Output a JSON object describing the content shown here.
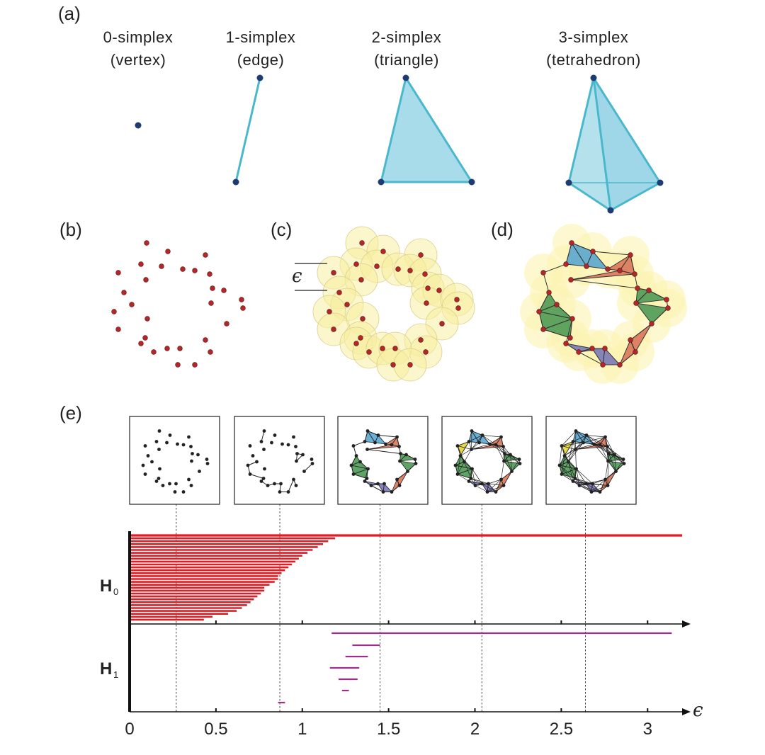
{
  "panel_labels": {
    "a": "(a)",
    "b": "(b)",
    "c": "(c)",
    "d": "(d)",
    "e": "(e)"
  },
  "simplices": [
    {
      "title": "0-simplex",
      "subtitle": "(vertex)"
    },
    {
      "title": "1-simplex",
      "subtitle": "(edge)"
    },
    {
      "title": "2-simplex",
      "subtitle": "(triangle)"
    },
    {
      "title": "3-simplex",
      "subtitle": "(tetrahedron)"
    }
  ],
  "epsilon_symbol": "ϵ",
  "colors": {
    "simplex_edge": "#4ab8cc",
    "simplex_fill": "#a8dcea",
    "vertex": "#1f3b73",
    "point": "#b3262a",
    "ball_fill": "#f7efa0",
    "h0_bar": "#e31b23",
    "h1_bar": "#9c2f8a",
    "green": "#4e9a55",
    "blue": "#5aa6cf",
    "orange": "#d9765a",
    "purple": "#7a78b8",
    "yellow": "#e8d94a"
  },
  "chart_data": {
    "type": "barcode",
    "xlabel": "ϵ",
    "xlim": [
      0,
      3.2
    ],
    "xticks": [
      0,
      0.5,
      1,
      1.5,
      2,
      2.5,
      3
    ],
    "xtick_labels": [
      "0",
      "0.5",
      "1",
      "1.5",
      "2",
      "2.5",
      "3"
    ],
    "series": [
      {
        "name": "H0",
        "label": "H",
        "sub": "0",
        "bars": [
          [
            0,
            3.2
          ],
          [
            0,
            1.19
          ],
          [
            0,
            1.15
          ],
          [
            0,
            1.12
          ],
          [
            0,
            1.09
          ],
          [
            0,
            1.06
          ],
          [
            0,
            1.03
          ],
          [
            0,
            1.0
          ],
          [
            0,
            0.98
          ],
          [
            0,
            0.96
          ],
          [
            0,
            0.94
          ],
          [
            0,
            0.92
          ],
          [
            0,
            0.9
          ],
          [
            0,
            0.88
          ],
          [
            0,
            0.86
          ],
          [
            0,
            0.86
          ],
          [
            0,
            0.84
          ],
          [
            0,
            0.81
          ],
          [
            0,
            0.78
          ],
          [
            0,
            0.78
          ],
          [
            0,
            0.76
          ],
          [
            0,
            0.74
          ],
          [
            0,
            0.72
          ],
          [
            0,
            0.7
          ],
          [
            0,
            0.68
          ],
          [
            0,
            0.65
          ],
          [
            0,
            0.62
          ],
          [
            0,
            0.57
          ],
          [
            0,
            0.48
          ],
          [
            0,
            0.43
          ]
        ]
      },
      {
        "name": "H1",
        "label": "H",
        "sub": "1",
        "bars": [
          [
            1.17,
            3.14
          ],
          [
            1.29,
            1.45
          ],
          [
            1.25,
            1.38
          ],
          [
            1.16,
            1.33
          ],
          [
            1.21,
            1.32
          ],
          [
            1.23,
            1.27
          ],
          [
            0.86,
            0.9
          ]
        ]
      }
    ],
    "snapshot_epsilons": [
      0.27,
      0.87,
      1.45,
      2.04,
      2.64
    ]
  }
}
